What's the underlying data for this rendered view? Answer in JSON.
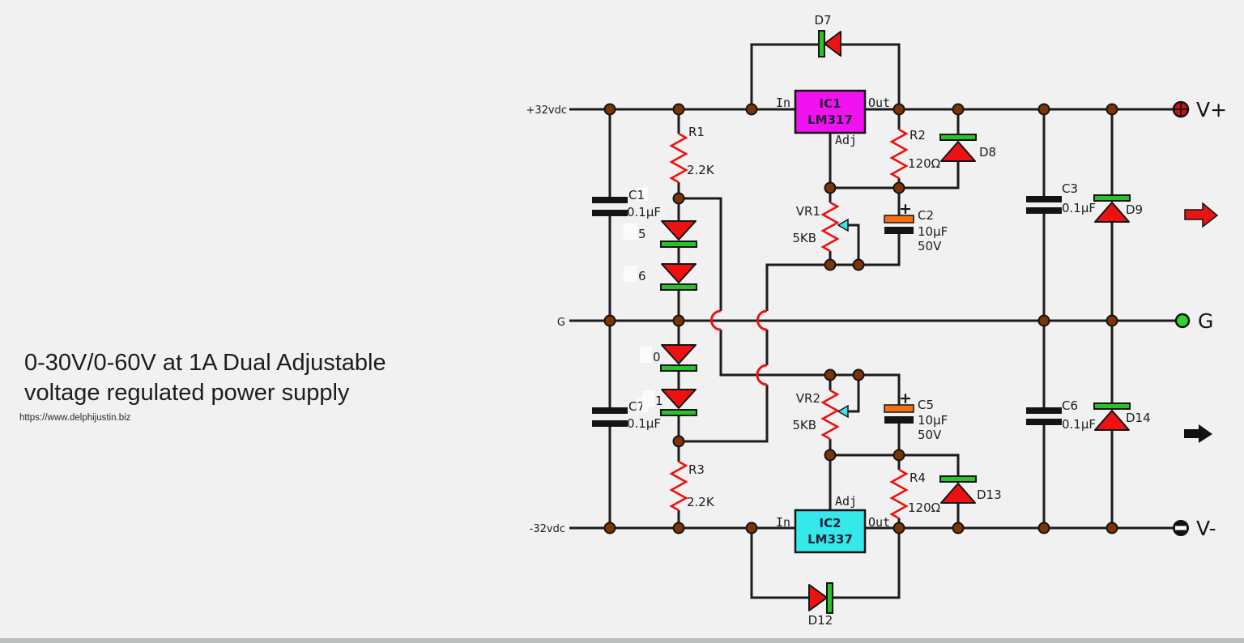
{
  "title": {
    "line1": "0-30V/0-60V at 1A Dual Adjustable",
    "line2": "voltage regulated power supply",
    "url": "https://www.delphijustin.biz"
  },
  "rails": {
    "pos": "+32vdc",
    "neg": "-32vdc",
    "gnd": "G"
  },
  "terminals": {
    "vplus": "V+",
    "gnd": "G",
    "vminus": "V-"
  },
  "ic1": {
    "ref": "IC1",
    "part": "LM317",
    "pin_in": "In",
    "pin_out": "Out",
    "pin_adj": "Adj",
    "color": "#f012f0"
  },
  "ic2": {
    "ref": "IC2",
    "part": "LM337",
    "pin_in": "In",
    "pin_out": "Out",
    "pin_adj": "Adj",
    "color": "#35e9ea"
  },
  "resistors": {
    "r1": {
      "ref": "R1",
      "value": "2.2K"
    },
    "r2": {
      "ref": "R2",
      "value": "120Ω"
    },
    "r3": {
      "ref": "R3",
      "value": "2.2K"
    },
    "r4": {
      "ref": "R4",
      "value": "120Ω"
    }
  },
  "pots": {
    "vr1": {
      "ref": "VR1",
      "value": "5KB"
    },
    "vr2": {
      "ref": "VR2",
      "value": "5KB"
    }
  },
  "capacitors": {
    "c1": {
      "ref": "C1",
      "value": "0.1µF"
    },
    "c2": {
      "ref": "C2",
      "value": "10µF",
      "voltage": "50V",
      "plus": "+"
    },
    "c3": {
      "ref": "C3",
      "value": "0.1µF"
    },
    "c5": {
      "ref": "C5",
      "value": "10µF",
      "voltage": "50V",
      "plus": "+"
    },
    "c6": {
      "ref": "C6",
      "value": "0.1µF"
    },
    "c7": {
      "ref": "C7",
      "value": "0.1µF"
    }
  },
  "diodes": {
    "d7": "D7",
    "d8": "D8",
    "d9": "D9",
    "d12": "D12",
    "d13": "D13",
    "d14": "D14",
    "chain": {
      "a": "5",
      "b": "6",
      "c": "0",
      "d": "1"
    }
  },
  "colors": {
    "wire": "#1c1c1c",
    "resistor": "#ec1111",
    "diode_body": "#ee1111",
    "diode_bar": "#26c426",
    "cap_plus_plate": "#f07012",
    "node": "#7c3407",
    "hop": "#e81313",
    "terminal_vplus": "#cc1111",
    "terminal_gnd": "#2ed32e",
    "terminal_vminus": "#111111",
    "wiper": "#46e2e2"
  }
}
